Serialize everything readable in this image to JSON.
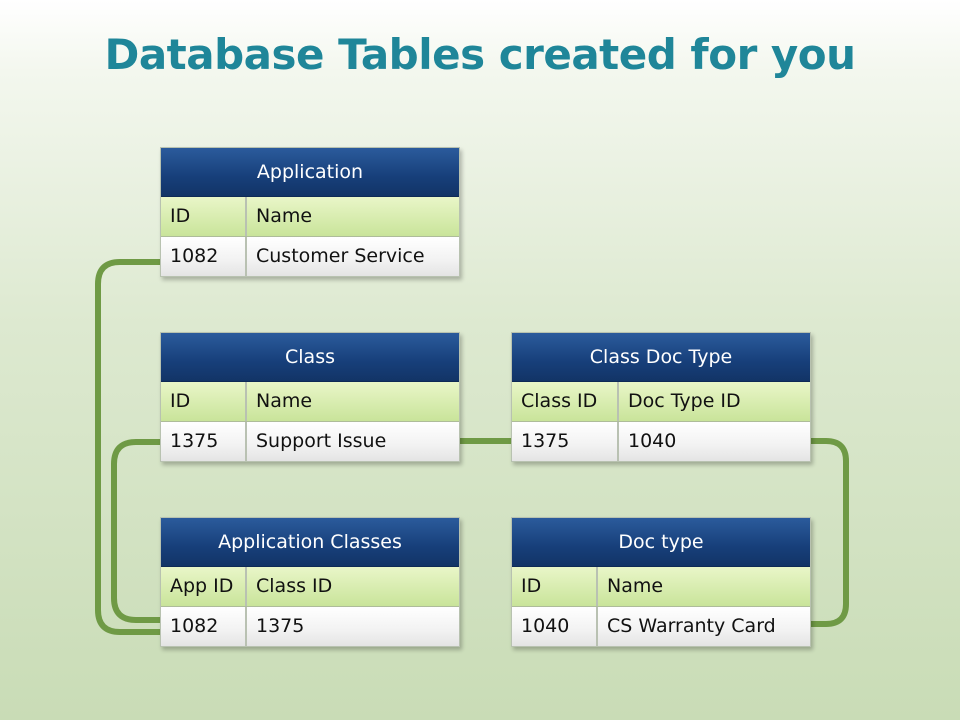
{
  "title": "Database Tables created for you",
  "tables": [
    {
      "name": "Application",
      "columns": [
        "ID",
        "Name"
      ],
      "row": [
        "1082",
        "Customer Service"
      ]
    },
    {
      "name": "Class",
      "columns": [
        "ID",
        "Name"
      ],
      "row": [
        "1375",
        "Support Issue"
      ]
    },
    {
      "name": "Class Doc Type",
      "columns": [
        "Class ID",
        "Doc Type ID"
      ],
      "row": [
        "1375",
        "1040"
      ]
    },
    {
      "name": "Application Classes",
      "columns": [
        "App ID",
        "Class ID"
      ],
      "row": [
        "1082",
        "1375"
      ]
    },
    {
      "name": "Doc type",
      "columns": [
        "ID",
        "Name"
      ],
      "row": [
        "1040",
        "CS Warranty Card"
      ]
    }
  ],
  "colors": {
    "title": "#1f8699",
    "header": "#173f7a",
    "connector": "#6f9a45"
  }
}
